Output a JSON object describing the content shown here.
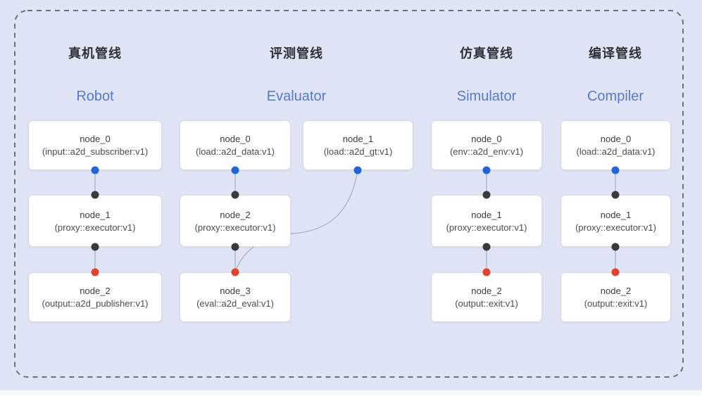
{
  "diagram": {
    "pipelines": [
      {
        "title_zh": "真机管线",
        "title_en": "Robot",
        "nodes": [
          {
            "title": "node_0",
            "subtitle": "(input::a2d_subscriber:v1)"
          },
          {
            "title": "node_1",
            "subtitle": "(proxy::executor:v1)"
          },
          {
            "title": "node_2",
            "subtitle": "(output::a2d_publisher:v1)"
          }
        ]
      },
      {
        "title_zh": "评测管线",
        "title_en": "Evaluator",
        "nodes": [
          {
            "title": "node_0",
            "subtitle": "(load::a2d_data:v1)"
          },
          {
            "title": "node_1",
            "subtitle": "(load::a2d_gt:v1)"
          },
          {
            "title": "node_2",
            "subtitle": "(proxy::executor:v1)"
          },
          {
            "title": "node_3",
            "subtitle": "(eval::a2d_eval:v1)"
          }
        ]
      },
      {
        "title_zh": "仿真管线",
        "title_en": "Simulator",
        "nodes": [
          {
            "title": "node_0",
            "subtitle": "(env::a2d_env:v1)"
          },
          {
            "title": "node_1",
            "subtitle": "(proxy::executor:v1)"
          },
          {
            "title": "node_2",
            "subtitle": "(output::exit:v1)"
          }
        ]
      },
      {
        "title_zh": "编译管线",
        "title_en": "Compiler",
        "nodes": [
          {
            "title": "node_0",
            "subtitle": "(load::a2d_data:v1)"
          },
          {
            "title": "node_1",
            "subtitle": "(proxy::executor:v1)"
          },
          {
            "title": "node_2",
            "subtitle": "(output::exit:v1)"
          }
        ]
      }
    ],
    "port_colors": {
      "source_output": "#2065e0",
      "internal": "#3a3a3d",
      "sink_input": "#e7402a"
    },
    "colors": {
      "background": "#e0e5f5",
      "dashed_border": "#6b717d",
      "edge": "#a6adbc",
      "node_background": "#fefefe",
      "node_border": "#d8dbe3",
      "title_zh": "#2e3037",
      "title_en": "#5679ce"
    }
  }
}
